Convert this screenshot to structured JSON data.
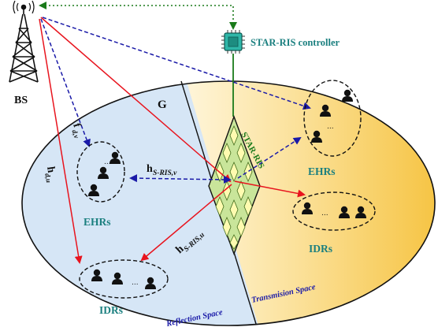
{
  "labels": {
    "bs": "BS",
    "controller": "STAR-RIS controller",
    "star_ris": "STAR-RIS",
    "g": "G",
    "f_dv": "f",
    "f_dv_sub": "d,v",
    "h_du": "h",
    "h_du_sub": "d,u",
    "h_srisv": "h",
    "h_srisv_sub": "S-RIS,v",
    "h_srisu": "h",
    "h_srisu_sub": "S-RIS,u",
    "ehrs_left": "EHRs",
    "ehrs_right": "EHRs",
    "idrs_left": "IDRs",
    "idrs_right": "IDRs",
    "reflection_space": "Reflection Space",
    "transmission_space": "Transmision Space",
    "dots": "..."
  },
  "colors": {
    "red": "#e8141e",
    "blue": "#1a1aa8",
    "green": "#1a7a1a",
    "teal": "#1a7f7f",
    "reflection_fill": "#d6e6f6",
    "transmission_fill": "#f7cd5a"
  }
}
